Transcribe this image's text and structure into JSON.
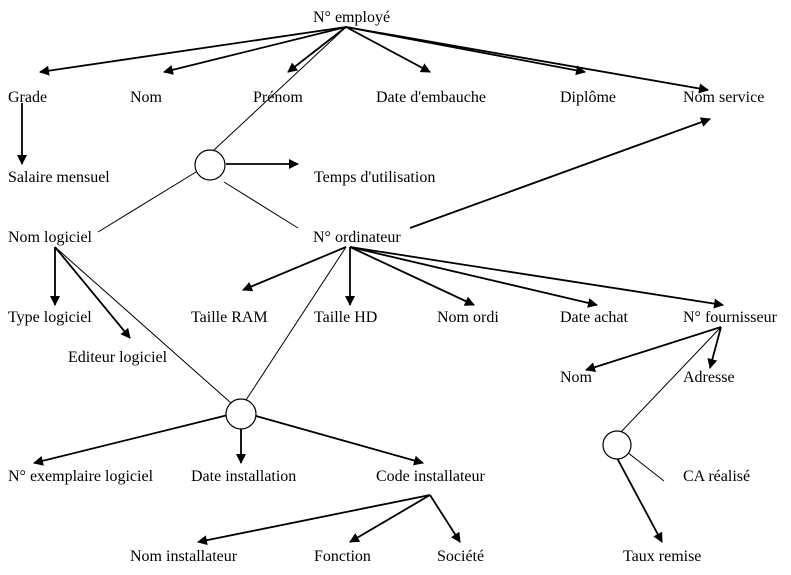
{
  "nodes": {
    "employe": "N° employé",
    "grade": "Grade",
    "nom": "Nom",
    "prenom": "Prénom",
    "date_embauche": "Date d'embauche",
    "diplome": "Diplôme",
    "nom_service": "Nom service",
    "salaire": "Salaire mensuel",
    "temps": "Temps d'utilisation",
    "nom_logiciel": "Nom logiciel",
    "ordinateur": "N° ordinateur",
    "type_logiciel": "Type logiciel",
    "editeur": "Editeur logiciel",
    "ram": "Taille RAM",
    "hd": "Taille HD",
    "nom_ordi": "Nom ordi",
    "date_achat": "Date achat",
    "fournisseur": "N° fournisseur",
    "f_nom": "Nom",
    "f_adresse": "Adresse",
    "exemplaire": "N° exemplaire logiciel",
    "date_install": "Date installation",
    "code_install": "Code installateur",
    "ca": "CA réalisé",
    "nom_installateur": "Nom installateur",
    "fonction": "Fonction",
    "societe": "Société",
    "taux_remise": "Taux remise"
  }
}
